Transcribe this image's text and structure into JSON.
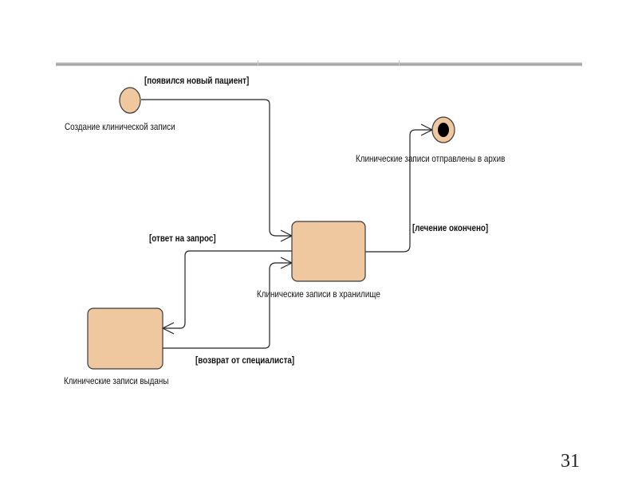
{
  "slide": {
    "page_number": "31"
  },
  "colors": {
    "state_fill": "#f0c8a0",
    "state_stroke": "#3a3a3a",
    "line": "#222222",
    "final_dot": "#000000"
  },
  "diagram": {
    "type": "UML state diagram",
    "states": [
      {
        "id": "initial",
        "kind": "initial",
        "label": "Создание  клинической записи"
      },
      {
        "id": "storage",
        "kind": "state",
        "label": "Клинические записи в хранилище"
      },
      {
        "id": "issued",
        "kind": "state",
        "label": "Клинические записи выданы"
      },
      {
        "id": "final",
        "kind": "final",
        "label": "Клинические записи отправлены в архив"
      }
    ],
    "transitions": [
      {
        "from": "initial",
        "to": "storage",
        "guard": "[появился новый пациент]"
      },
      {
        "from": "storage",
        "to": "issued",
        "guard": "[ответ на запрос]"
      },
      {
        "from": "issued",
        "to": "storage",
        "guard": "[возврат от специалиста]"
      },
      {
        "from": "storage",
        "to": "final",
        "guard": "[лечение окончено]"
      }
    ]
  }
}
